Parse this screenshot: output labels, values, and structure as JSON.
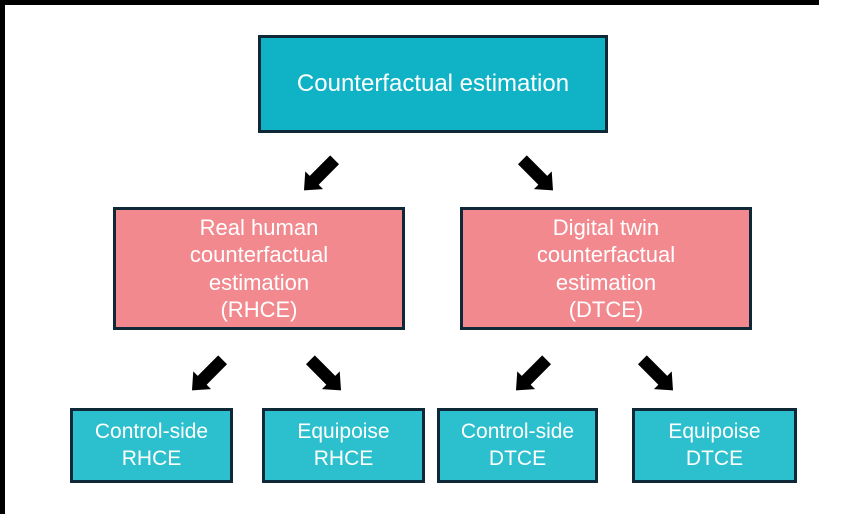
{
  "colors": {
    "background": "#ffffff",
    "frame": "#000000",
    "teal_box": "#0fb3c5",
    "teal_box_light": "#2cc0ce",
    "pink_box": "#f2898f",
    "box_border": "#0f2837",
    "arrow_fill": "#20627f",
    "arrow_stroke": "#0f3245",
    "text": "#ffffff"
  },
  "nodes": {
    "root": {
      "label": "Counterfactual estimation"
    },
    "rhce": {
      "label": "Real human\ncounterfactual\nestimation\n(RHCE)"
    },
    "dtce": {
      "label": "Digital twin\ncounterfactual\nestimation\n(DTCE)"
    },
    "control_rhce": {
      "label": "Control-side\nRHCE"
    },
    "equipoise_rhce": {
      "label": "Equipoise\nRHCE"
    },
    "control_dtce": {
      "label": "Control-side\nDTCE"
    },
    "equipoise_dtce": {
      "label": "Equipoise\nDTCE"
    }
  },
  "edges": [
    {
      "from": "root",
      "to": "rhce",
      "direction": "down-left"
    },
    {
      "from": "root",
      "to": "dtce",
      "direction": "down-right"
    },
    {
      "from": "rhce",
      "to": "control_rhce",
      "direction": "down-left"
    },
    {
      "from": "rhce",
      "to": "equipoise_rhce",
      "direction": "down-right"
    },
    {
      "from": "dtce",
      "to": "control_dtce",
      "direction": "down-left"
    },
    {
      "from": "dtce",
      "to": "equipoise_dtce",
      "direction": "down-right"
    }
  ]
}
